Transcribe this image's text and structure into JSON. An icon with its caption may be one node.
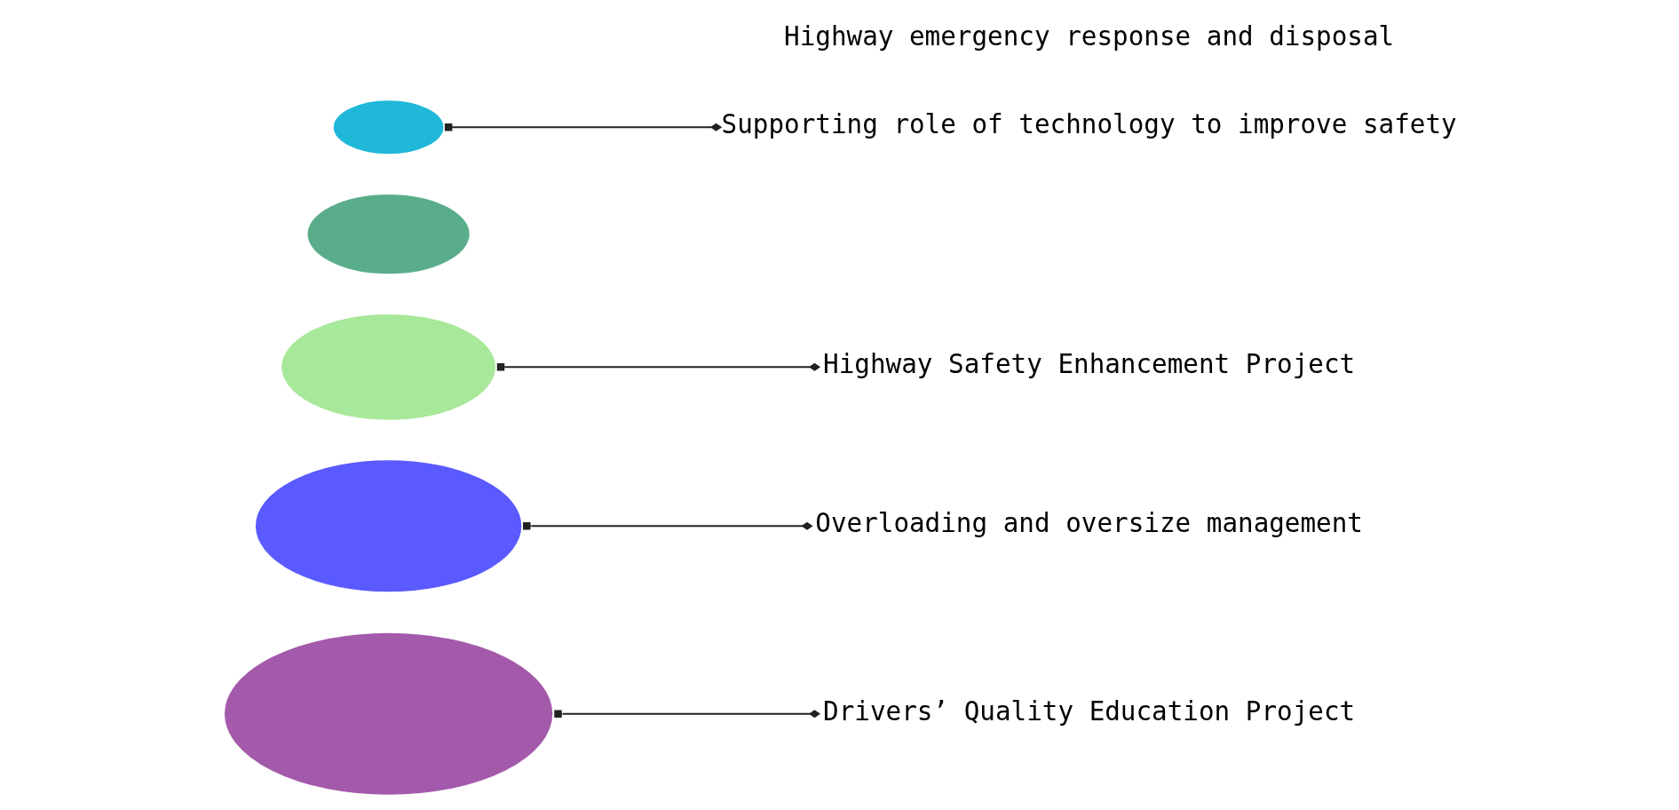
{
  "diagram": {
    "nodes": [
      {
        "text": [],
        "shape": "arc"
      },
      {
        "text": [],
        "shape": "arc"
      },
      {
        "text": [],
        "shape": "arc"
      },
      {
        "text": [],
        "shape": "arc"
      },
      {
        "text": [],
        "shape": "arc"
      },
      {
        "text": [
          "Drivers’ Quality Education Project"
        ]
      },
      {
        "text": [
          "Overloading and oversize management"
        ]
      },
      {
        "text": [
          "Highway Safety Enhancement Project"
        ]
      },
      {
        "text": [
          "Supporting role of technology to improve safety"
        ]
      }
    ],
    "edges": [
      {
        "from": 5,
        "to": 0,
        "arrow": "other"
      },
      {
        "from": 6,
        "to": 1,
        "arrow": "other"
      },
      {
        "from": 7,
        "to": 2,
        "arrow": "other"
      },
      {
        "from": 8,
        "to": 4,
        "arrow": "other"
      }
    ],
    "labels": [
      "Highway emergency response and disposal"
    ]
  }
}
